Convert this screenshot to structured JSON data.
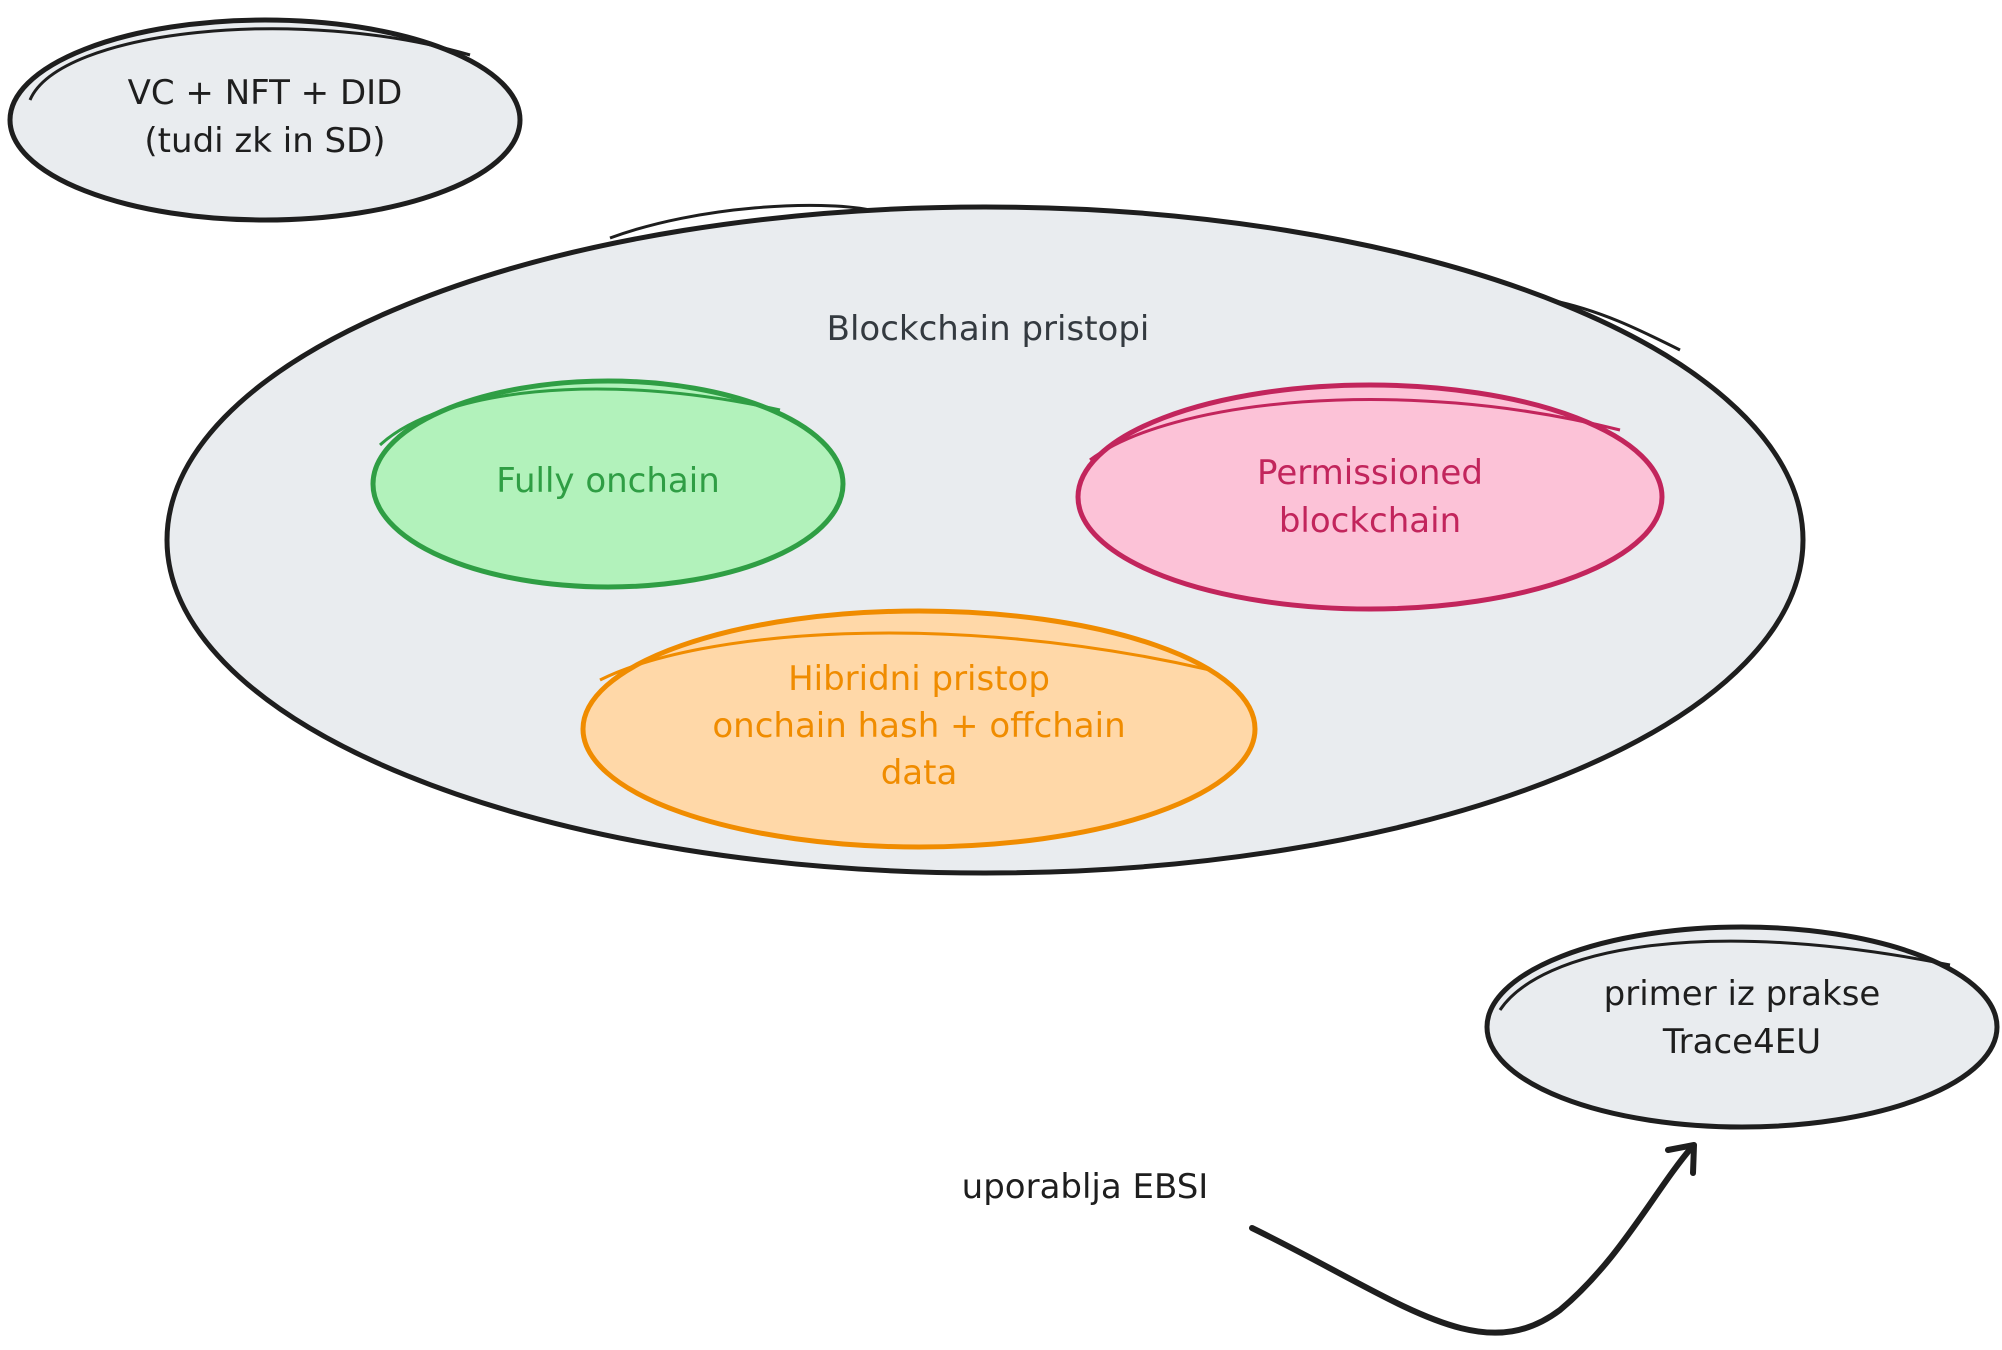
{
  "colors": {
    "gray_fill": "#e9ecef",
    "gray_stroke": "#1e1e1e",
    "gray_text": "#1e1e1e",
    "title_text": "#343a40",
    "green_fill": "#b2f2bb",
    "green_stroke": "#2f9e44",
    "pink_fill": "#fcc2d7",
    "pink_stroke": "#c2255c",
    "orange_fill": "#ffd8a8",
    "orange_stroke": "#f08c00"
  },
  "nodes": {
    "vc_nft_did": {
      "line1": "VC + NFT + DID",
      "line2": "(tudi zk in SD)"
    },
    "blockchain": {
      "title": "Blockchain pristopi"
    },
    "fully_onchain": {
      "line1": "Fully onchain"
    },
    "permissioned": {
      "line1": "Permissioned",
      "line2": "blockchain"
    },
    "hybrid": {
      "line1": "Hibridni pristop",
      "line2": "onchain hash + offchain",
      "line3": "data"
    },
    "practice": {
      "line1": "primer iz prakse",
      "line2": "Trace4EU"
    }
  },
  "arrow": {
    "label": "uporablja EBSI"
  }
}
